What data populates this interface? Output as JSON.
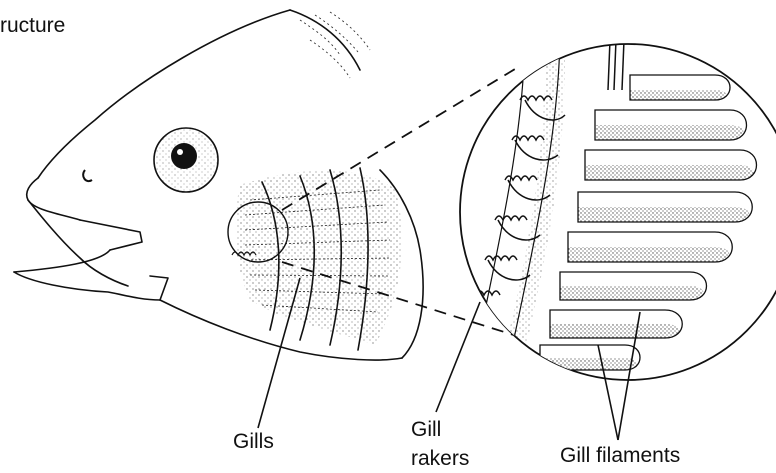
{
  "title_fragment": "ructure",
  "labels": {
    "gills": "Gills",
    "gill_rakers_line1": "Gill",
    "gill_rakers_line2": "rakers",
    "gill_filaments": "Gill filaments"
  }
}
